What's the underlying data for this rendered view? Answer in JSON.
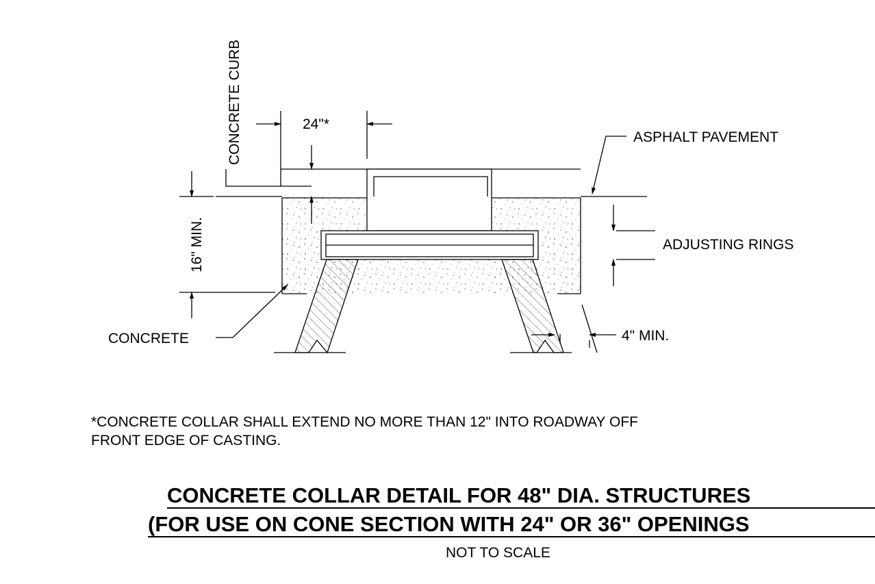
{
  "labels": {
    "concrete_curb": "CONCRETE CURB",
    "dim_24": "24\"*",
    "asphalt_pavement": "ASPHALT PAVEMENT",
    "adjusting_rings": "ADJUSTING RINGS",
    "min_16": "16\" MIN.",
    "concrete": "CONCRETE",
    "min_4": "4\" MIN."
  },
  "note": "*CONCRETE COLLAR SHALL EXTEND NO MORE THAN 12\" INTO ROADWAY OFF\nFRONT EDGE OF CASTING.",
  "title": {
    "line1": "CONCRETE COLLAR DETAIL FOR 48\" DIA. STRUCTURES",
    "line2": "(FOR USE ON CONE SECTION WITH 24\" OR 36\" OPENINGS",
    "subtitle": "NOT TO SCALE"
  }
}
